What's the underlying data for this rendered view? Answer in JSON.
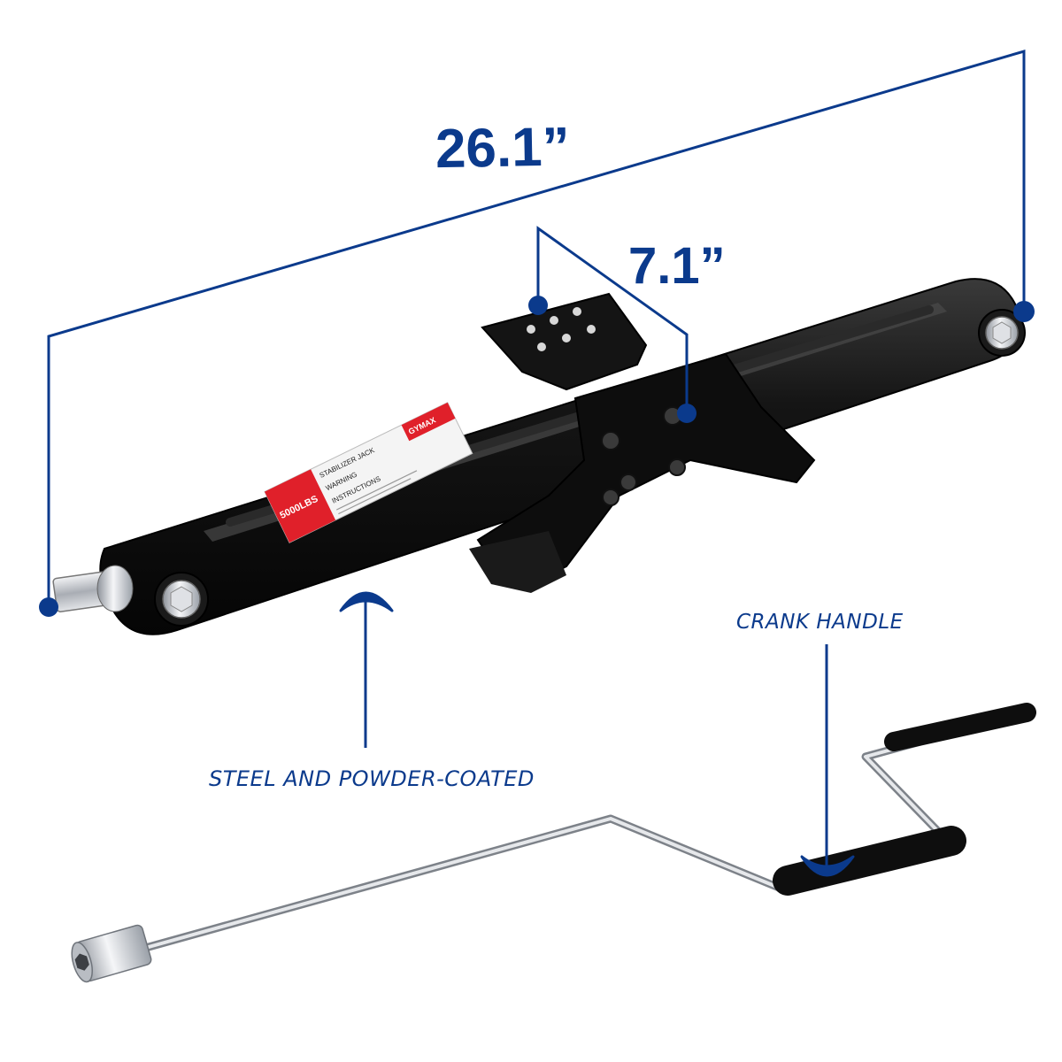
{
  "dimensions": {
    "length_label": "26.1”",
    "width_label": "7.1”"
  },
  "callouts": {
    "material_label": "STEEL AND POWDER-COATED",
    "handle_label": "CRANK HANDLE"
  },
  "jack_label": {
    "brand": "GYMAX",
    "product": "STABILIZER JACK",
    "warning": "WARNING",
    "instructions": "INSTRUCTIONS",
    "capacity": "5000LBS"
  },
  "colors": {
    "dimension_line": "#0b3a8c",
    "jack_body": "#111111",
    "label_red": "#e0202a",
    "handle_steel": "#c9ccd1",
    "grip": "#111111"
  }
}
